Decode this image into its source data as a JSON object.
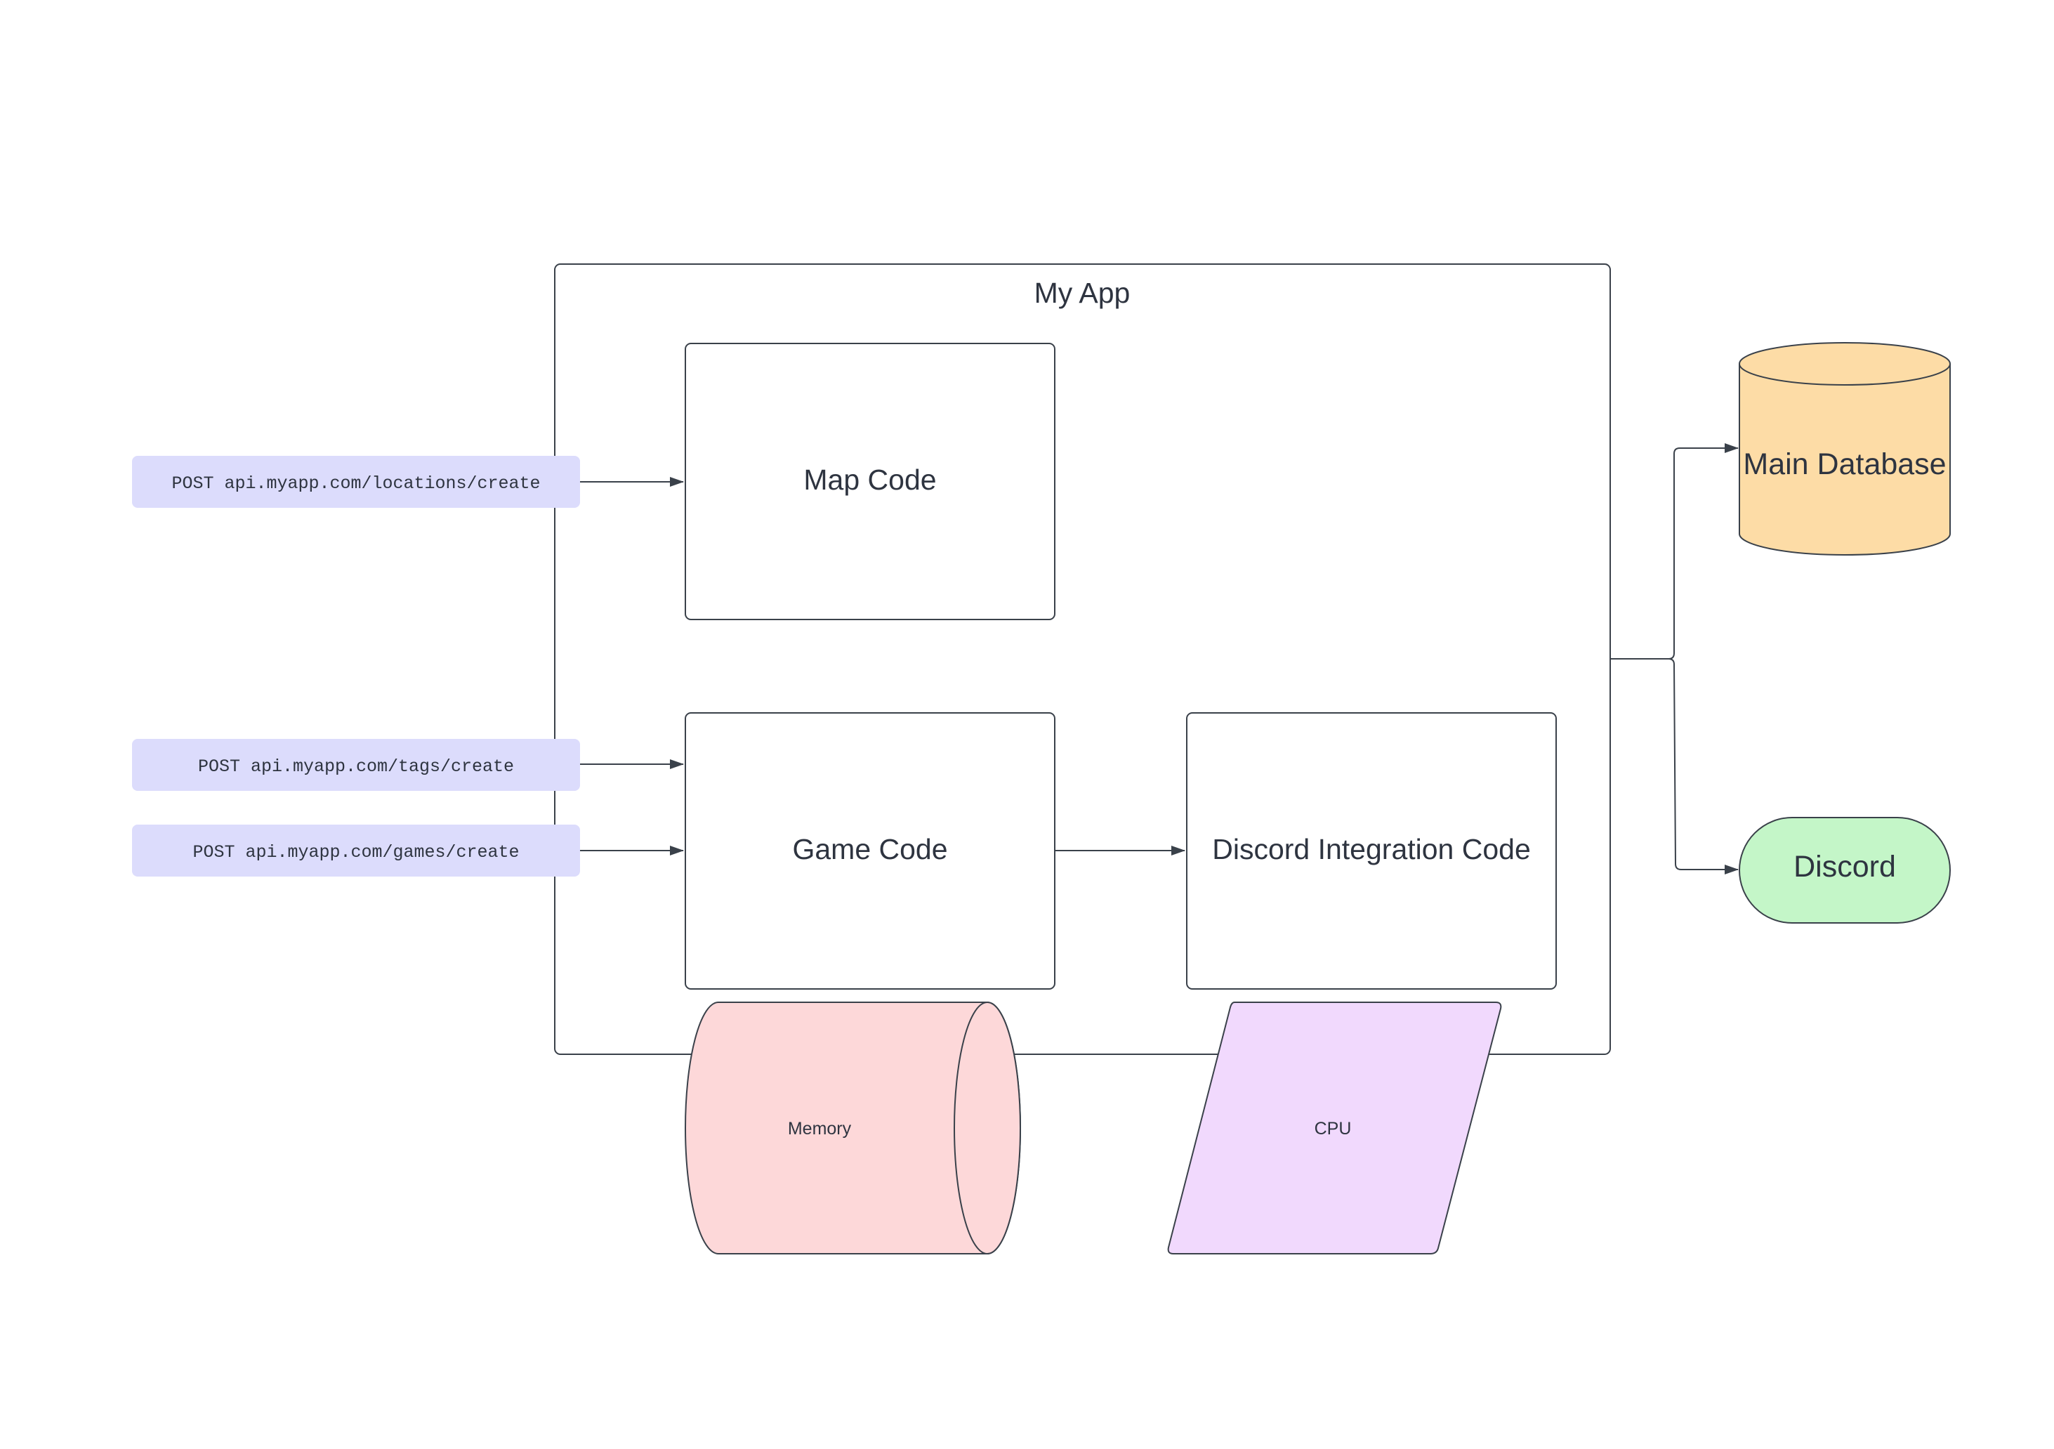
{
  "app_container": {
    "label": "My App"
  },
  "code_blocks": {
    "map_code": "Map Code",
    "game_code": "Game Code",
    "discord_integration_code": "Discord Integration Code"
  },
  "endpoints": [
    {
      "label": "POST api.myapp.com/locations/create"
    },
    {
      "label": "POST api.myapp.com/tags/create"
    },
    {
      "label": "POST api.myapp.com/games/create"
    }
  ],
  "resources": {
    "memory": "Memory",
    "cpu": "CPU"
  },
  "external": {
    "main_database": "Main Database",
    "discord": "Discord"
  },
  "colors": {
    "endpoint_fill": "#dcdcfc",
    "memory_fill": "#fdd8d9",
    "cpu_fill": "#f1d9fd",
    "database_fill": "#fddca6",
    "discord_fill": "#c4f6c8",
    "stroke": "#3a414a",
    "text": "#2e3440"
  },
  "icons": {
    "arrow_head": "triangle-arrow-icon",
    "database": "cylinder-icon",
    "memory": "horizontal-cylinder-icon",
    "cpu": "parallelogram-icon",
    "discord": "pill-shape-icon"
  }
}
